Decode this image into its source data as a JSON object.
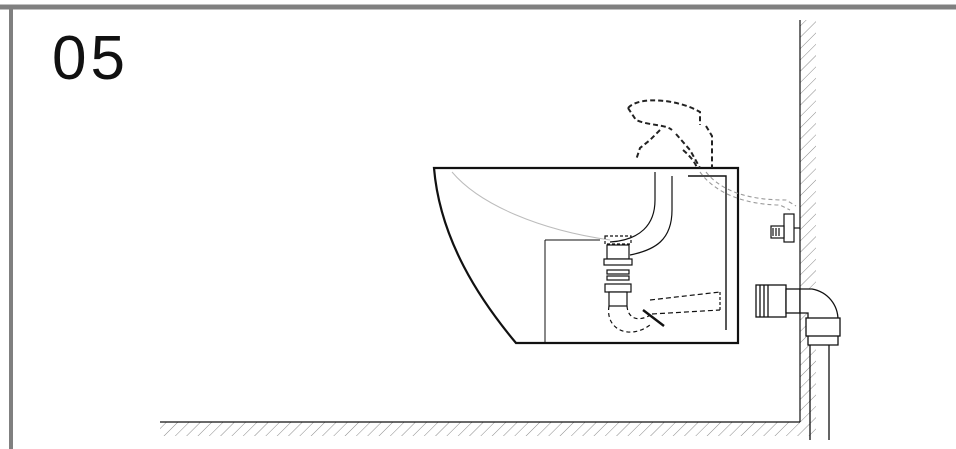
{
  "step": {
    "number": "05"
  },
  "colors": {
    "line": "#111111",
    "frame": "#808080",
    "hatch": "#7a7a7a",
    "dashed": "#222222",
    "hose": "#9a9a9a"
  },
  "icons": [
    "bidet-bowl",
    "faucet-dashed",
    "angle-valve",
    "drain-elbow",
    "wall-hatch",
    "floor-hatch"
  ]
}
